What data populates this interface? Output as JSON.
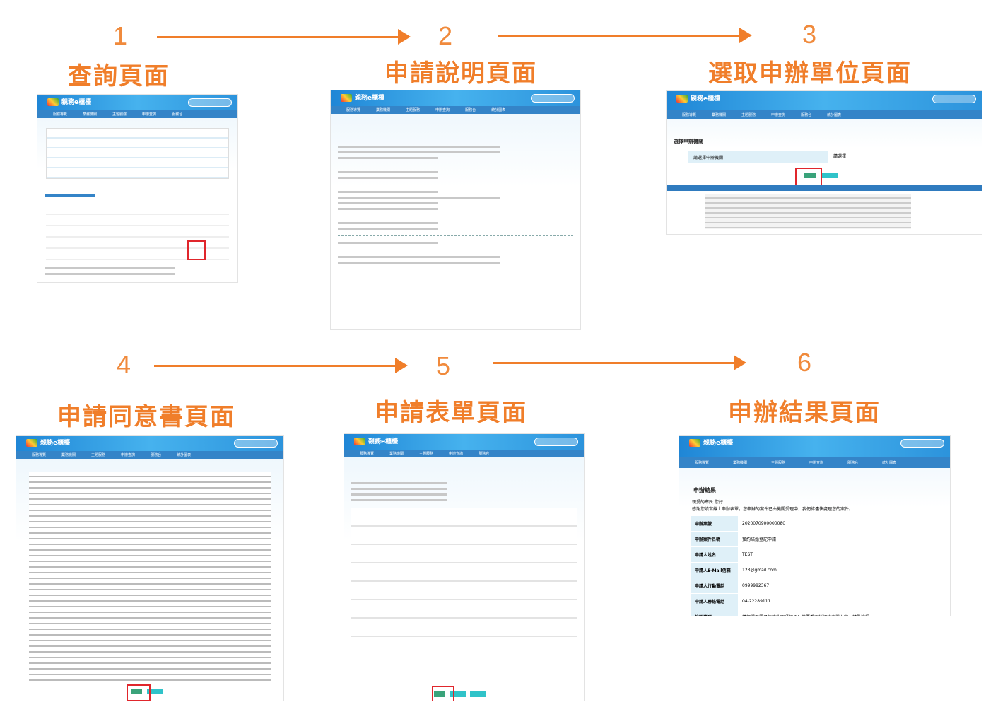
{
  "steps": [
    {
      "num": "1",
      "title": "查詢頁面"
    },
    {
      "num": "2",
      "title": "申請說明頁面"
    },
    {
      "num": "3",
      "title": "選取申辦單位頁面"
    },
    {
      "num": "4",
      "title": "申請同意書頁面"
    },
    {
      "num": "5",
      "title": "申請表單頁面"
    },
    {
      "num": "6",
      "title": "申辦結果頁面"
    }
  ],
  "site": {
    "name": "親務e櫃檯",
    "nav": [
      "服務導覽",
      "業務機關",
      "主題服務",
      "申辦查詢",
      "服務台",
      "統計圖表"
    ]
  },
  "step3": {
    "section": "選擇申辦機關",
    "label": "請選擇申辦機關",
    "select": "請選擇"
  },
  "result": {
    "heading": "申辦結果",
    "greeting": "親愛的市民 您好！",
    "message": "感謝您填寫線上申辦表單，您申辦的案件已由機關受理中，我們將儘快處理您的案件。",
    "rows": [
      {
        "k": "申辦案號",
        "v": "2020070900000080"
      },
      {
        "k": "申辦案件名稱",
        "v": "預約結婚登記申請"
      },
      {
        "k": "申請人姓名",
        "v": "TEST"
      },
      {
        "k": "申請人E-Mail信箱",
        "v": "123@gmail.com"
      },
      {
        "k": "申請人行動電話",
        "v": "0999992367"
      },
      {
        "k": "申請人聯絡電話",
        "v": "04-22289111"
      },
      {
        "k": "說明事項",
        "v": "請記得至電子信箱收取通知函！若要看更詳細的表單內容，請點這裡"
      }
    ]
  },
  "colors": {
    "accent": "#f07e2a",
    "header": "#2c93dc",
    "highlight": "#e0262c"
  }
}
